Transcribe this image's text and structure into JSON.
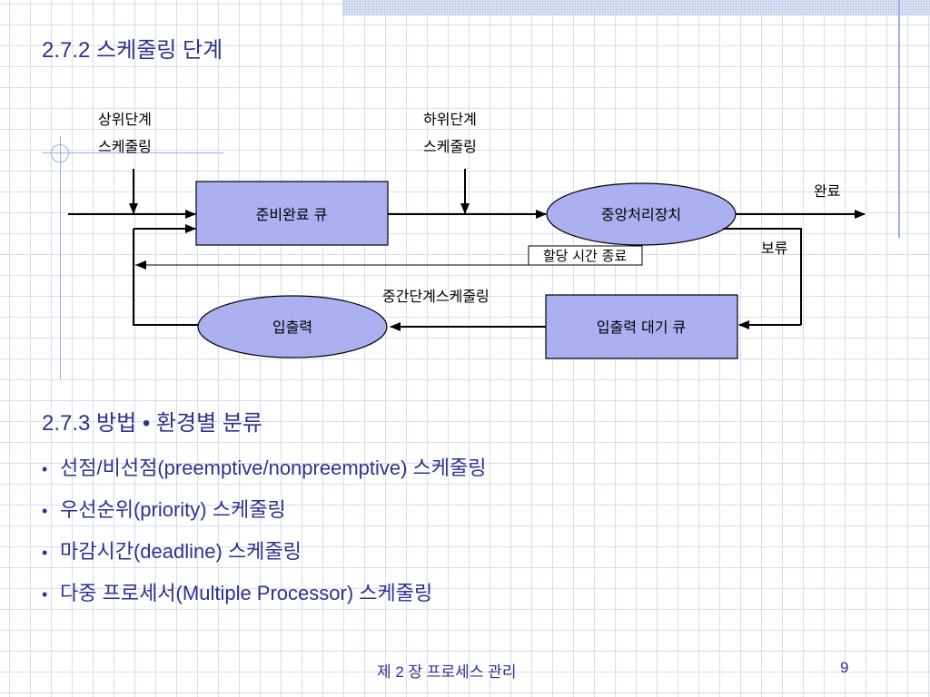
{
  "slide": {
    "heading_272": "2.7.2 스케줄링 단계",
    "heading_273": "2.7.3 방법 • 환경별 분류",
    "bullets": [
      "선점/비선점(preemptive/nonpreemptive) 스케줄링",
      "우선순위(priority) 스케줄링",
      "마감시간(deadline) 스케줄링",
      "다중 프로세서(Multiple Processor) 스케줄링"
    ],
    "footer": "제 2 장 프로세스 관리",
    "page_number": "9"
  },
  "diagram": {
    "upper_level_line1": "상위단계",
    "upper_level_line2": "스케줄링",
    "lower_level_line1": "하위단계",
    "lower_level_line2": "스케줄링",
    "ready_queue": "준비완료 큐",
    "cpu": "중앙처리장치",
    "completion": "완료",
    "hold": "보류",
    "timeout": "할당 시간 종료",
    "mid_level": "중간단계스케줄링",
    "io": "입출력",
    "io_wait_queue": "입출력 대기 큐"
  },
  "colors": {
    "heading": "#2e3192",
    "box_fill": "#aab0f0",
    "grid": "#d7deef"
  }
}
